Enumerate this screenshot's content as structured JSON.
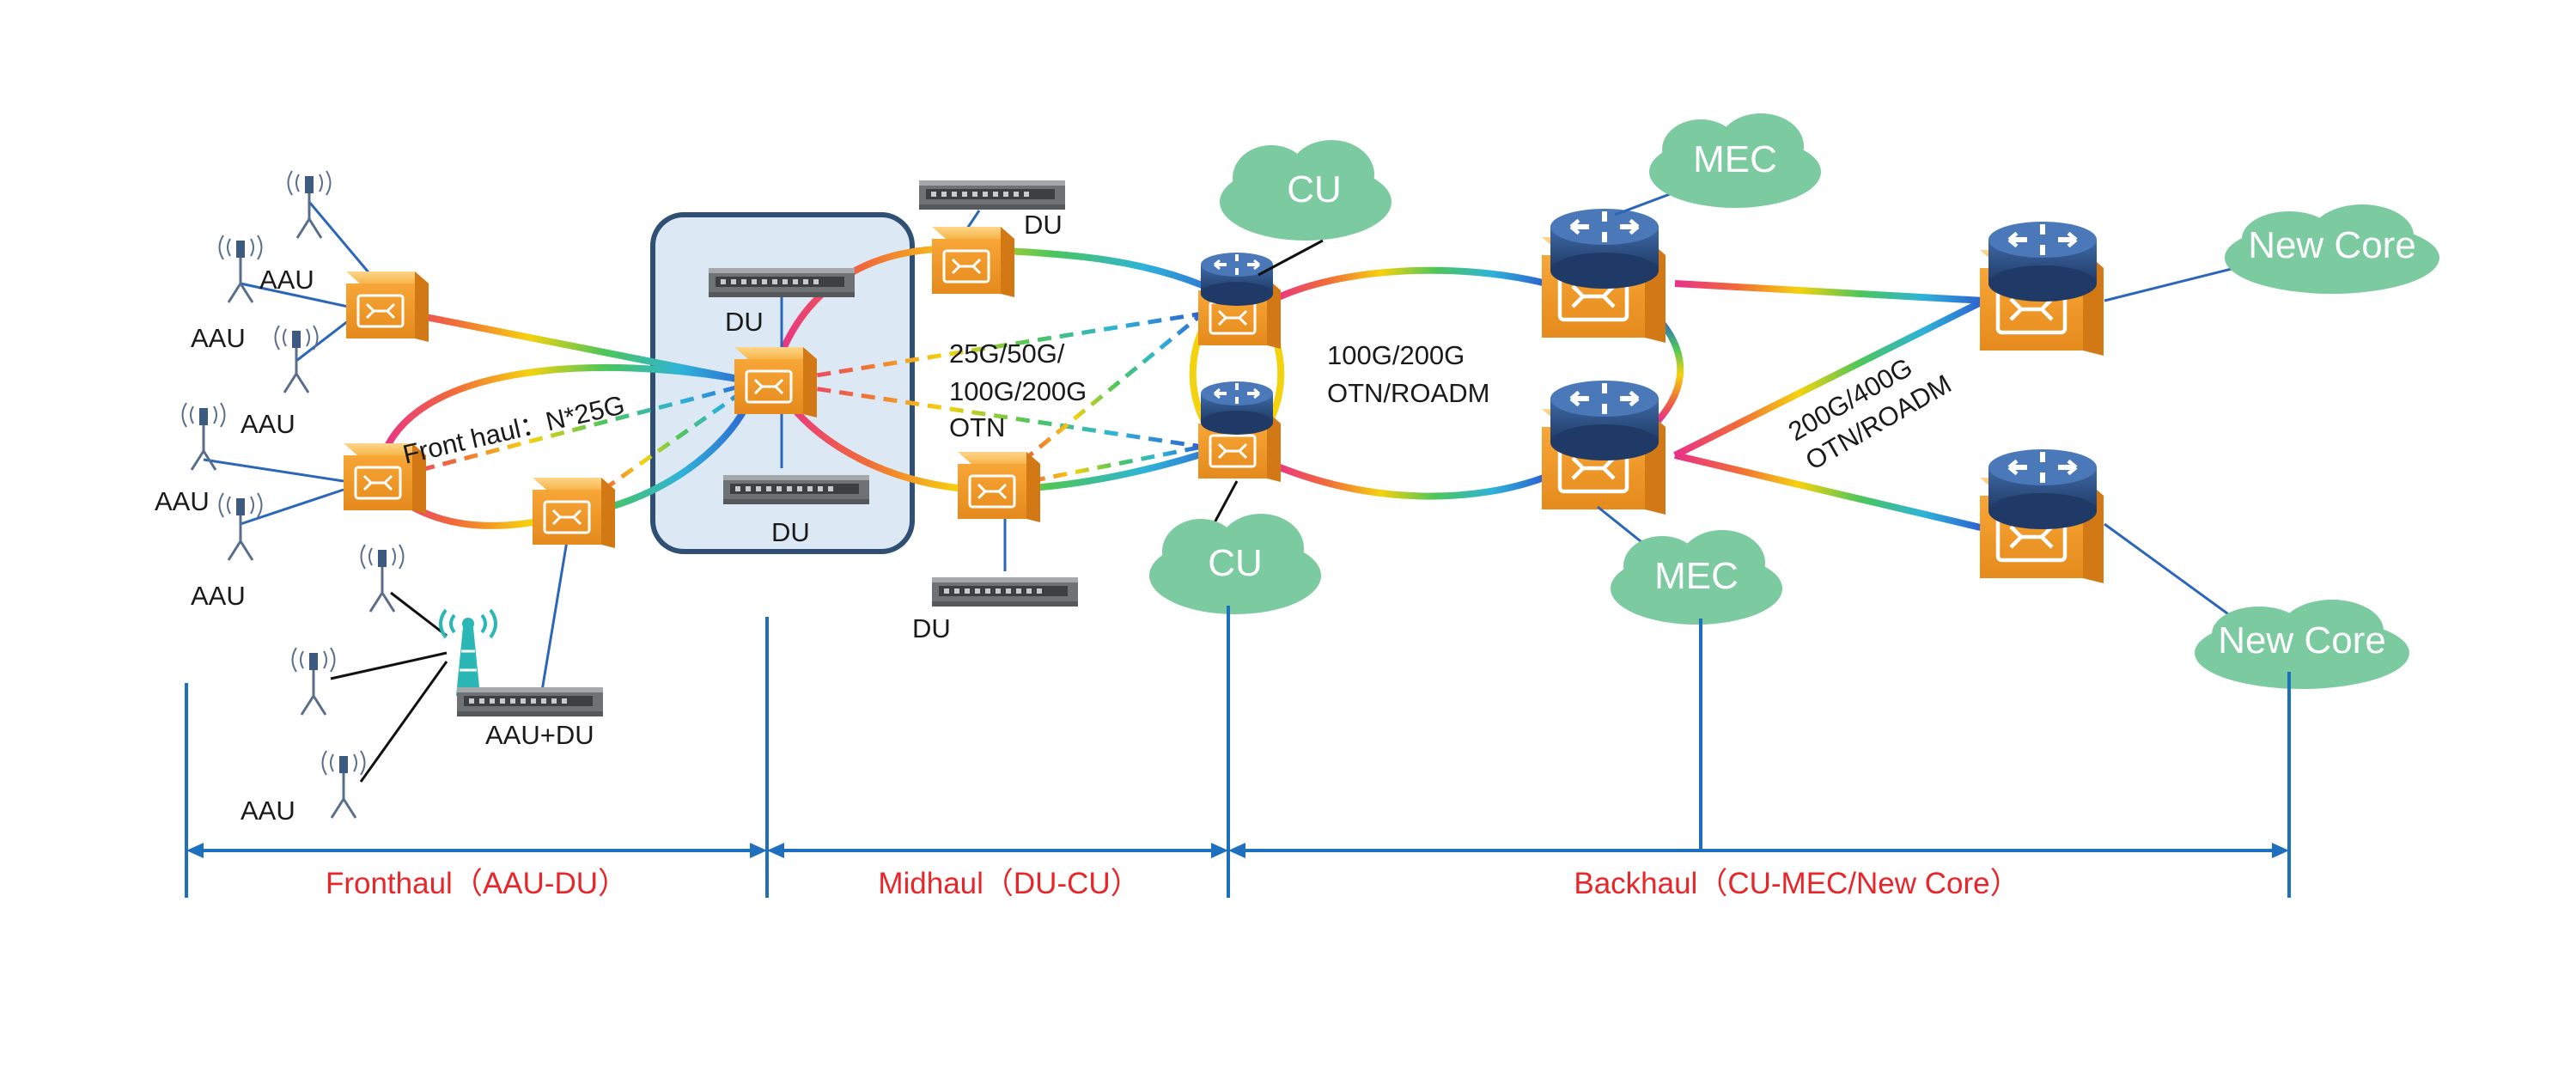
{
  "colors": {
    "cloud": "#7ccaa0",
    "axis": "#1f6fbf",
    "segment_label": "#e8262a",
    "du_box_fill": "#dce8f4",
    "du_box_stroke": "#2f4f74",
    "device_orange": "#f2a035",
    "router_blue": "#2b4f86"
  },
  "labels": {
    "aau": "AAU",
    "du": "DU",
    "aau_du": "AAU+DU",
    "front_haul": "Front haul：N*25G",
    "midhaul_rate_1": "25G/50G/",
    "midhaul_rate_2": "100G/200G",
    "midhaul_rate_3": "OTN",
    "backhaul_rate_1": "100G/200G",
    "backhaul_rate_2": "OTN/ROADM",
    "core_rate_1": "200G/400G",
    "core_rate_2": "OTN/ROADM"
  },
  "clouds": {
    "cu": "CU",
    "mec": "MEC",
    "new_core": "New Core"
  },
  "segments": {
    "fronthaul": "Fronthaul（AAU-DU）",
    "midhaul": "Midhaul（DU-CU）",
    "backhaul": "Backhaul（CU-MEC/New Core）"
  }
}
